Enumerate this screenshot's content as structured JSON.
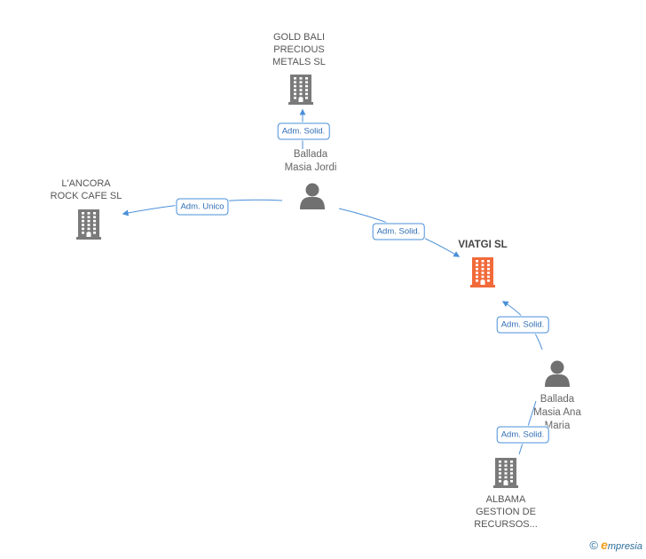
{
  "colors": {
    "company": "#7a7a7a",
    "focus_company": "#f26a3a",
    "person": "#707070",
    "link": "#4a90d9"
  },
  "nodes": {
    "gold_bali": {
      "label": "GOLD BALI\nPRECIOUS\nMETALS SL",
      "icon": "building-icon"
    },
    "lancora": {
      "label": "L'ANCORA\nROCK CAFE  SL",
      "icon": "building-icon"
    },
    "viatgi": {
      "label": "VIATGI SL",
      "icon": "building-icon"
    },
    "albama": {
      "label": "ALBAMA\nGESTION DE\nRECURSOS...",
      "icon": "building-icon"
    },
    "jordi": {
      "label": "Ballada\nMasia Jordi",
      "icon": "person-icon"
    },
    "ana": {
      "label": "Ballada\nMasia Ana\nMaria",
      "icon": "person-icon"
    }
  },
  "relations": [
    {
      "id": "jordi-goldbali",
      "label": "Adm.\nSolid."
    },
    {
      "id": "jordi-lancora",
      "label": "Adm.\nUnico"
    },
    {
      "id": "jordi-viatgi",
      "label": "Adm.\nSolid."
    },
    {
      "id": "ana-viatgi",
      "label": "Adm.\nSolid."
    },
    {
      "id": "ana-albama",
      "label": "Adm.\nSolid."
    }
  ],
  "brand": {
    "copyright": "©",
    "logo_e": "e",
    "logo_rest": "mpresia"
  }
}
